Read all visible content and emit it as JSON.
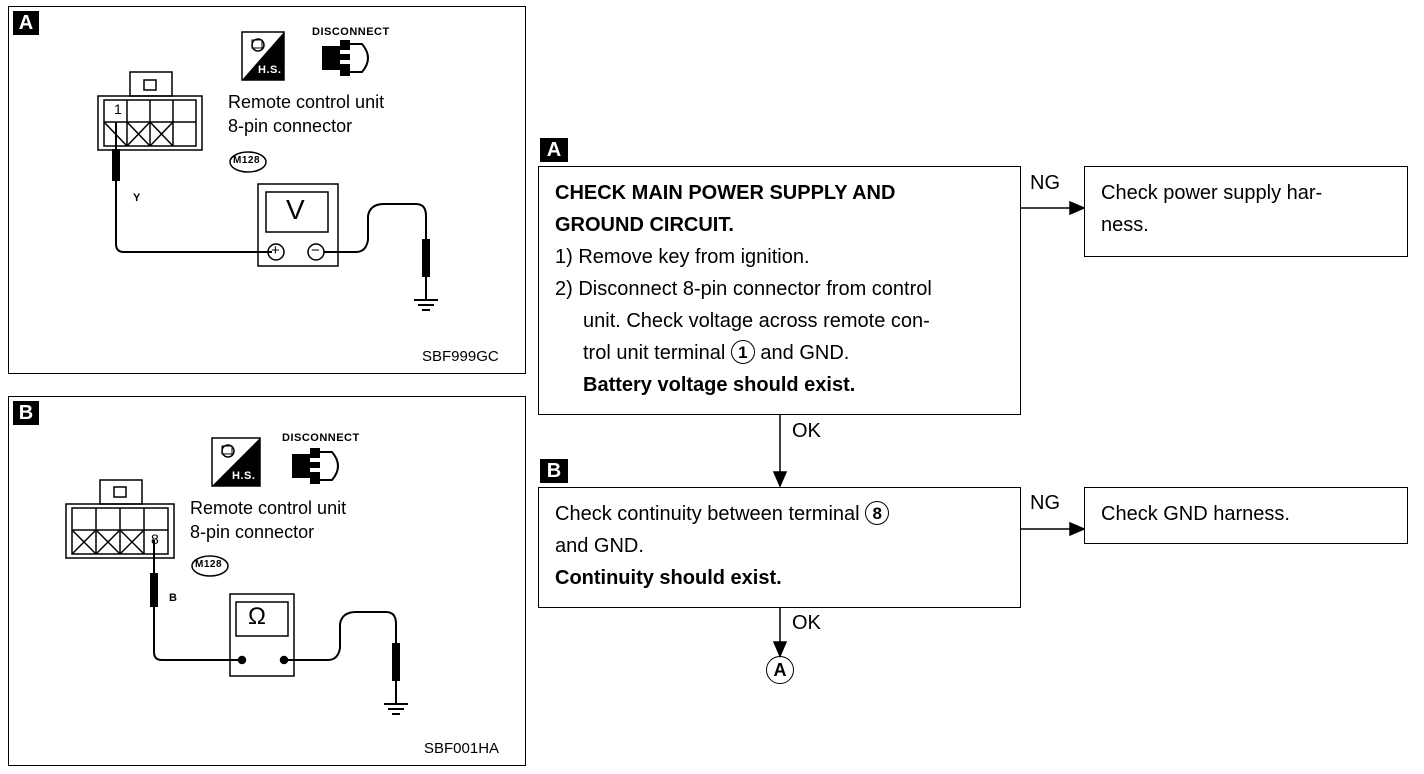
{
  "figure_a": {
    "tag": "A",
    "hs_label": "H.S.",
    "disconnect_label": "DISCONNECT",
    "connector_label_1": "Remote control unit",
    "connector_label_2": "8-pin connector",
    "connector_code": "M128",
    "terminal": "1",
    "wire_color": "Y",
    "meter_symbol": "V",
    "plus": "+",
    "minus": "−",
    "ref_code": "SBF999GC"
  },
  "figure_b": {
    "tag": "B",
    "hs_label": "H.S.",
    "disconnect_label": "DISCONNECT",
    "connector_label_1": "Remote control unit",
    "connector_label_2": "8-pin connector",
    "connector_code": "M128",
    "terminal": "8",
    "wire_color": "B",
    "meter_symbol": "Ω",
    "ref_code": "SBF001HA"
  },
  "flow": {
    "step_a": {
      "tag": "A",
      "title_1": "CHECK MAIN POWER SUPPLY AND",
      "title_2": "GROUND CIRCUIT.",
      "line_1": "1) Remove key from ignition.",
      "line_2": "2) Disconnect 8-pin connector from control",
      "line_3": "unit. Check voltage across remote con-",
      "line_4_pre": "trol unit terminal",
      "line_4_term": "1",
      "line_4_post": "and GND.",
      "line_5": "Battery voltage should exist.",
      "ng_label": "NG",
      "ng_result_1": "Check power supply har-",
      "ng_result_2": "ness.",
      "ok_label": "OK"
    },
    "step_b": {
      "tag": "B",
      "line_1_pre": "Check continuity between terminal",
      "line_1_term": "8",
      "line_2": "and GND.",
      "line_3": "Continuity should exist.",
      "ng_label": "NG",
      "ng_result": "Check GND harness.",
      "ok_label": "OK"
    },
    "end_marker": "A"
  }
}
